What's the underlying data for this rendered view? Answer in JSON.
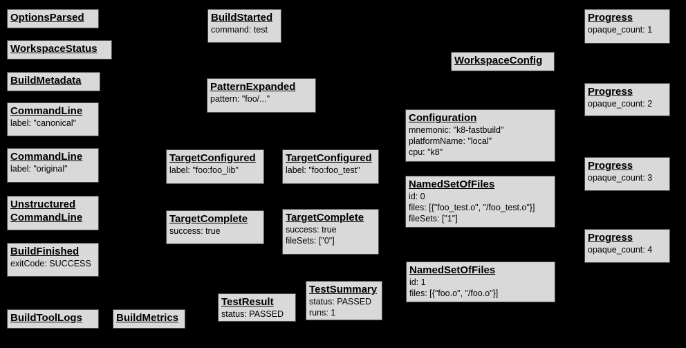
{
  "canvas": {
    "background_color": "#000000",
    "node_fill_color": "#d9d9d9",
    "node_border_color": "#4d4d4d",
    "text_color": "#000000"
  },
  "nodes": {
    "options_parsed": {
      "title": "OptionsParsed"
    },
    "workspace_status": {
      "title": "WorkspaceStatus"
    },
    "build_metadata": {
      "title": "BuildMetadata"
    },
    "command_line_canonical": {
      "title": "CommandLine",
      "attrs": [
        "label: \"canonical\""
      ]
    },
    "command_line_original": {
      "title": "CommandLine",
      "attrs": [
        "label: \"original\""
      ]
    },
    "unstructured_command_line": {
      "title": "Unstructured",
      "title2": "CommandLine"
    },
    "build_finished": {
      "title": "BuildFinished",
      "attrs": [
        "exitCode: SUCCESS"
      ]
    },
    "build_tool_logs": {
      "title": "BuildToolLogs"
    },
    "build_metrics": {
      "title": "BuildMetrics"
    },
    "build_started": {
      "title": "BuildStarted",
      "attrs": [
        "command: test"
      ]
    },
    "pattern_expanded": {
      "title": "PatternExpanded",
      "attrs": [
        "pattern: \"foo/...\""
      ]
    },
    "target_configured_lib": {
      "title": "TargetConfigured",
      "attrs": [
        "label: \"foo:foo_lib\""
      ]
    },
    "target_configured_test": {
      "title": "TargetConfigured",
      "attrs": [
        "label: \"foo:foo_test\""
      ]
    },
    "target_complete_lib": {
      "title": "TargetComplete",
      "attrs": [
        "success: true"
      ]
    },
    "target_complete_test": {
      "title": "TargetComplete",
      "attrs": [
        "success: true",
        "fileSets: [\"0\"]"
      ]
    },
    "test_result": {
      "title": "TestResult",
      "attrs": [
        "status: PASSED"
      ]
    },
    "test_summary": {
      "title": "TestSummary",
      "attrs": [
        "status: PASSED",
        "runs: 1"
      ]
    },
    "workspace_config": {
      "title": "WorkspaceConfig"
    },
    "configuration": {
      "title": "Configuration",
      "attrs": [
        "mnemonic: \"k8-fastbuild\"",
        "platformName: \"local\"",
        "cpu: \"k8\""
      ]
    },
    "named_set_of_files_0": {
      "title": "NamedSetOfFiles",
      "attrs": [
        "id: 0",
        "files: [{\"foo_test.o\", \"/foo_test.o\"}]",
        "fileSets: [\"1\"]"
      ]
    },
    "named_set_of_files_1": {
      "title": "NamedSetOfFiles",
      "attrs": [
        "id: 1",
        "files: [{\"foo.o\", \"/foo.o\"}]"
      ]
    },
    "progress_1": {
      "title": "Progress",
      "attrs": [
        "opaque_count: 1"
      ]
    },
    "progress_2": {
      "title": "Progress",
      "attrs": [
        "opaque_count: 2"
      ]
    },
    "progress_3": {
      "title": "Progress",
      "attrs": [
        "opaque_count: 3"
      ]
    },
    "progress_4": {
      "title": "Progress",
      "attrs": [
        "opaque_count: 4"
      ]
    }
  }
}
